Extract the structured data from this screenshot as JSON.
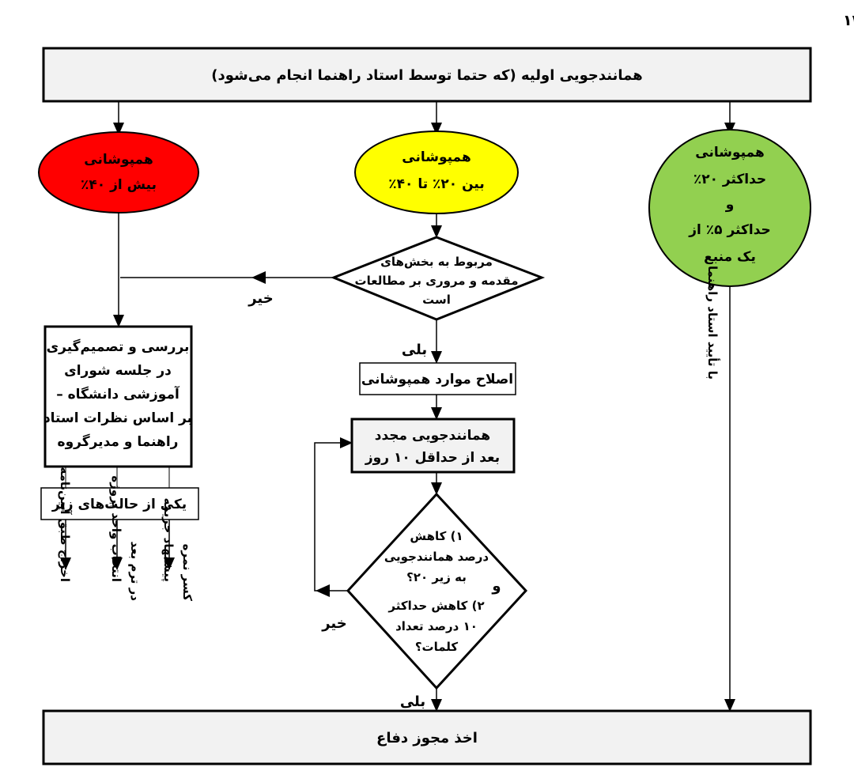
{
  "title": "شرایط اخذ مجوز دفاع بر اساس نتیجه همانندجویی پایان‌نامه‌های دانشجویان کارشناسی ارشد -  ویرایش شهریور ۱۴۰۰",
  "top_box": "همانندجویی اولیه (که حتما توسط استاد راهنما انجام می‌شود)",
  "circle_red": {
    "line1": "همپوشانی",
    "line2": "بیش از ۴۰٪",
    "color": "#ff0000"
  },
  "circle_yellow": {
    "line1": "همپوشانی",
    "line2": "بین ۲۰٪  تا ۴۰٪",
    "color": "#ffff00"
  },
  "circle_green": {
    "line1": "همپوشانی",
    "line2": "حداکثر ۲۰٪",
    "line3": "و",
    "line4": "حداکثر ۵٪ از",
    "line5": "یک منبع",
    "color": "#92d050"
  },
  "diamond1": {
    "line1": "مربوط به بخش‌های",
    "line2": "مقدمه و مروری بر مطالعات",
    "line3": "است"
  },
  "label_no_1": "خیر",
  "label_yes_1": "بلی",
  "box_fix": "اصلاح موارد همپوشانی",
  "box_recheck": {
    "line1": "همانندجویی مجدد",
    "line2": "بعد از حداقل ۱۰ روز"
  },
  "diamond2": {
    "line1": "۱) کاهش",
    "line2": "درصد همانندجویی",
    "line3": "به زیر ۲۰؟",
    "line4": "و",
    "line5": "۲) کاهش حداکثر",
    "line6": "۱۰ درصد تعداد",
    "line7": "کلمات؟"
  },
  "label_no_2": "خیر",
  "label_yes_2": "بلی",
  "box_council": {
    "line1": "بررسی و تصمیم‌گیری",
    "line2": "در جلسه شورای",
    "line3": "آموزشی دانشگاه –",
    "line4": "بر اساس نظرات استاد",
    "line5": "راهنما و مدیرگروه"
  },
  "box_cases": "یکی از حالت‌های زیر",
  "outcome_expel": "اخراج طبق آیین‌نامه",
  "outcome_project": {
    "line1": "انتخاب واحد پروژه",
    "line2": "در ترم بعد"
  },
  "outcome_penalty": {
    "line1": "پیشنهاد جریمه",
    "line2": "کسر نمره"
  },
  "advisor_approval": "با تأیید استاد راهنما",
  "bottom_box": "اخذ مجوز دفاع"
}
